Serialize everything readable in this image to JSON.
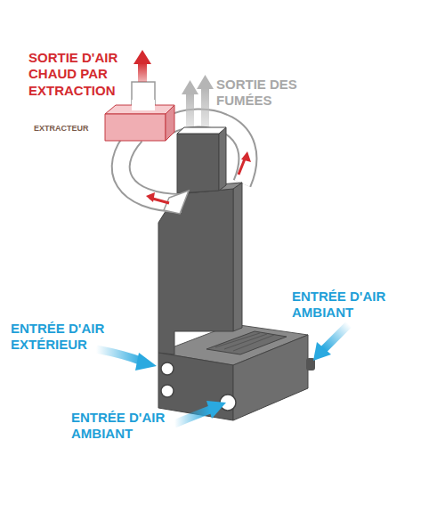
{
  "diagram": {
    "labels": [
      "SORTIE D'AIR CHAUD PAR EXTRACTION",
      "SORTIE DES FUMÉES",
      "EXTRACTEUR",
      "ENTRÉE D'AIR AMBIANT",
      "ENTRÉE D'AIR EXTÉRIEUR",
      "ENTRÉE D'AIR AMBIANT"
    ]
  }
}
